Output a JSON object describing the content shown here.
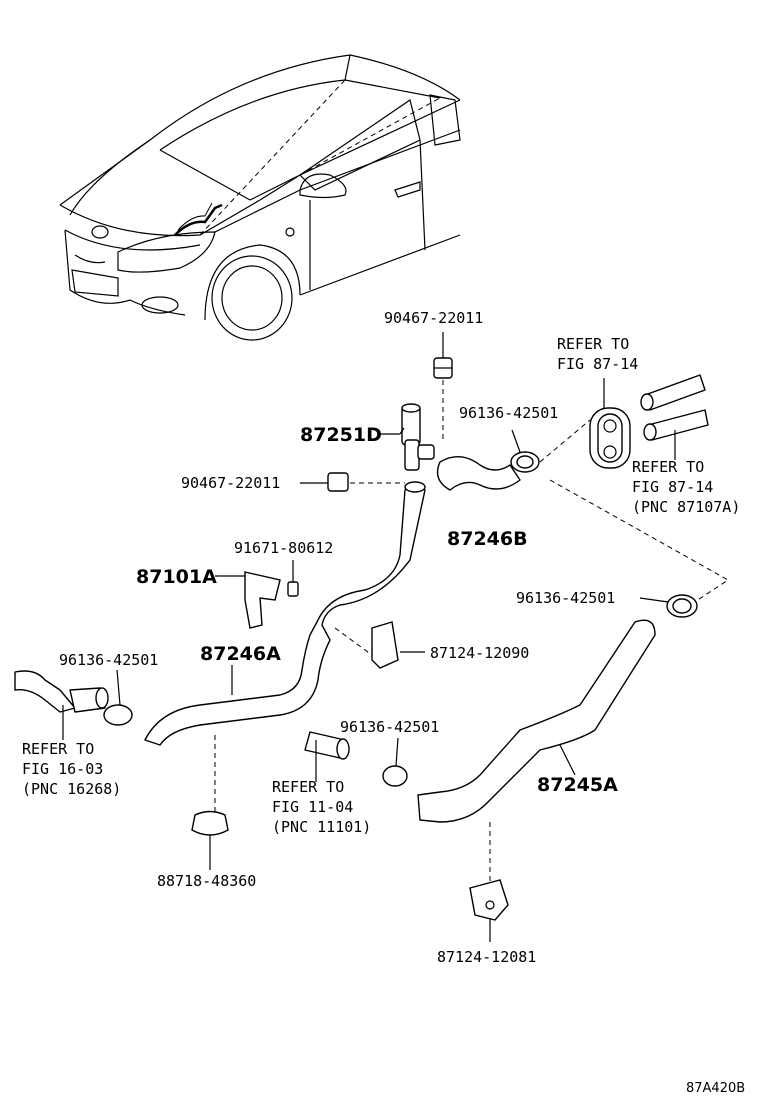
{
  "diagram": {
    "code": "87A420B",
    "parts": {
      "p_90467_top": "90467-22011",
      "p_87251D": "87251D",
      "p_90467_mid": "90467-22011",
      "p_96136_a": "96136-42501",
      "p_87246B": "87246B",
      "p_91671": "91671-80612",
      "p_87101A": "87101A",
      "p_96136_b": "96136-42501",
      "p_87246A": "87246A",
      "p_87124_12090": "87124-12090",
      "p_96136_c": "96136-42501",
      "p_96136_d": "96136-42501",
      "p_87245A": "87245A",
      "p_88718": "88718-48360",
      "p_87124_12081": "87124-12081"
    },
    "refs": {
      "ref_87_14_a": [
        "REFER TO",
        "FIG 87-14"
      ],
      "ref_87_14_b": [
        "REFER TO",
        "FIG 87-14",
        "(PNC 87107A)"
      ],
      "ref_16_03": [
        "REFER TO",
        "FIG 16-03",
        "(PNC 16268)"
      ],
      "ref_11_04": [
        "REFER TO",
        "FIG 11-04",
        "(PNC 11101)"
      ]
    }
  }
}
